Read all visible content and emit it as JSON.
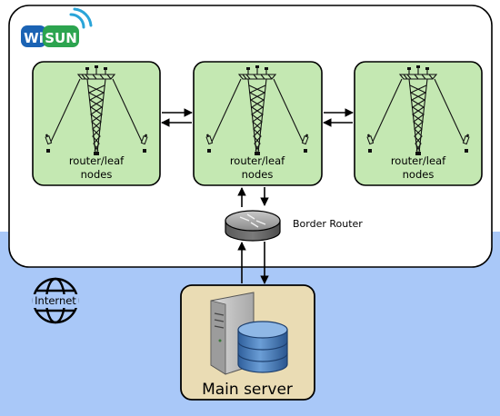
{
  "logo": {
    "left": "Wi",
    "right": "SUN"
  },
  "nodes": [
    {
      "line1": "router/leaf",
      "line2": "nodes"
    },
    {
      "line1": "router/leaf",
      "line2": "nodes"
    },
    {
      "line1": "router/leaf",
      "line2": "nodes"
    }
  ],
  "border_router": {
    "label": "Border Router"
  },
  "internet": {
    "label": "Internet"
  },
  "server": {
    "label": "Main server"
  },
  "colors": {
    "internet_bg": "#a9c8f8",
    "node_fill": "#c4e8b2",
    "server_fill": "#eadcb4",
    "logo_blue": "#1b63b4",
    "logo_green": "#2ca44f",
    "logo_cyan": "#2aa4d8"
  }
}
